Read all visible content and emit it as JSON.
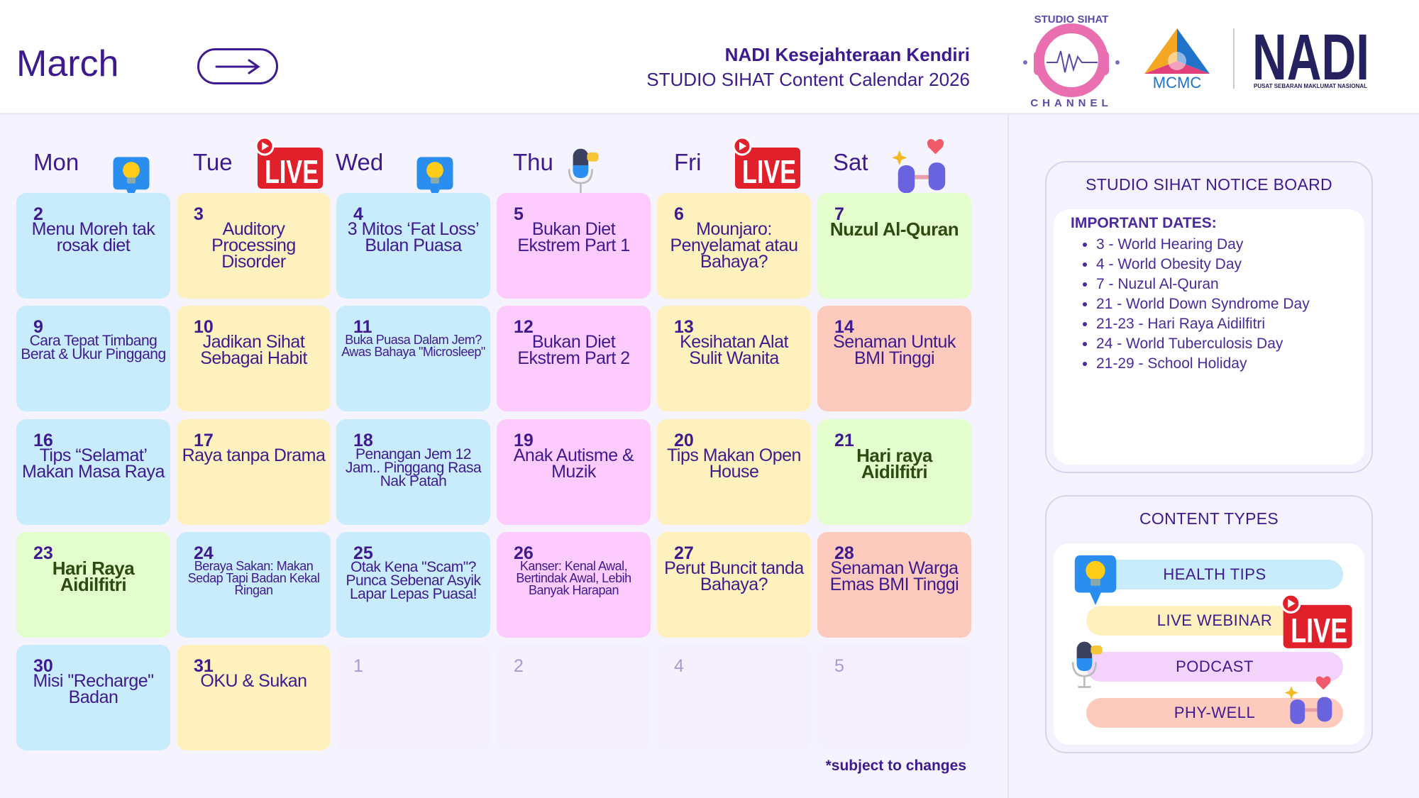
{
  "header": {
    "month": "March",
    "title_line1": "NADI Kesejahteraan Kendiri",
    "title_line2": "STUDIO SIHAT Content Calendar 2026",
    "logos": {
      "studio_sihat": "STUDIO SIHAT CHANNEL",
      "mcmc": "MCMC",
      "nadi": "NADI",
      "nadi_sub": "PUSAT SEBARAN MAKLUMAT NASIONAL"
    }
  },
  "colors": {
    "blue": "#c9ecfd",
    "yellow": "#fff1bd",
    "pink": "#fdcbfd",
    "green": "#e4fdcd",
    "salmon": "#fdcbbd",
    "empty": "#f4f0fd",
    "text": "#3d1a8e"
  },
  "days": [
    {
      "label": "Mon",
      "icon": "bulb"
    },
    {
      "label": "Tue",
      "icon": "live"
    },
    {
      "label": "Wed",
      "icon": "bulb"
    },
    {
      "label": "Thu",
      "icon": "mic"
    },
    {
      "label": "Fri",
      "icon": "live"
    },
    {
      "label": "Sat",
      "icon": "dumbbell"
    }
  ],
  "weeks": [
    [
      {
        "day": "2",
        "title": "Menu Moreh tak rosak diet",
        "color": "blue"
      },
      {
        "day": "3",
        "title": "Auditory Processing Disorder",
        "color": "yellow"
      },
      {
        "day": "4",
        "title": "3 Mitos ‘Fat Loss’ Bulan Puasa",
        "color": "blue"
      },
      {
        "day": "5",
        "title": "Bukan Diet Ekstrem Part 1",
        "color": "pink"
      },
      {
        "day": "6",
        "title": "Mounjaro: Penyelamat atau Bahaya?",
        "color": "yellow"
      },
      {
        "day": "7",
        "title": "Nuzul Al-Quran",
        "color": "green",
        "style": "bold"
      }
    ],
    [
      {
        "day": "9",
        "title": "Cara Tepat Timbang Berat & Ukur Pinggang",
        "color": "blue",
        "style": "small"
      },
      {
        "day": "10",
        "title": "Jadikan Sihat Sebagai Habit",
        "color": "yellow"
      },
      {
        "day": "11",
        "title": "Buka Puasa Dalam Jem? Awas Bahaya \"Microsleep\"",
        "color": "blue",
        "style": "xsmall"
      },
      {
        "day": "12",
        "title": "Bukan Diet Ekstrem Part 2",
        "color": "pink"
      },
      {
        "day": "13",
        "title": "Kesihatan Alat Sulit Wanita",
        "color": "yellow"
      },
      {
        "day": "14",
        "title": "Senaman Untuk BMI Tinggi",
        "color": "salmon"
      }
    ],
    [
      {
        "day": "16",
        "title": "Tips “Selamat’ Makan Masa Raya",
        "color": "blue"
      },
      {
        "day": "17",
        "title": "Raya tanpa Drama",
        "color": "yellow"
      },
      {
        "day": "18",
        "title": "Penangan Jem 12 Jam.. Pinggang Rasa Nak Patah",
        "color": "blue",
        "style": "small"
      },
      {
        "day": "19",
        "title": "Anak Autisme & Muzik",
        "color": "pink"
      },
      {
        "day": "20",
        "title": "Tips Makan Open House",
        "color": "yellow"
      },
      {
        "day": "21",
        "title": "Hari raya Aidilfitri",
        "color": "green",
        "style": "bold"
      }
    ],
    [
      {
        "day": "23",
        "title": "Hari Raya Aidilfitri",
        "color": "green",
        "style": "bold"
      },
      {
        "day": "24",
        "title": "Beraya Sakan: Makan Sedap Tapi Badan Kekal Ringan",
        "color": "blue",
        "style": "xsmall"
      },
      {
        "day": "25",
        "title": "Otak Kena \"Scam\"? Punca Sebenar Asyik Lapar Lepas Puasa!",
        "color": "blue",
        "style": "small"
      },
      {
        "day": "26",
        "title": "Kanser: Kenal Awal, Bertindak Awal, Lebih Banyak Harapan",
        "color": "pink",
        "style": "xsmall"
      },
      {
        "day": "27",
        "title": "Perut Buncit tanda Bahaya?",
        "color": "yellow"
      },
      {
        "day": "28",
        "title": "Senaman Warga Emas BMI Tinggi",
        "color": "salmon"
      }
    ],
    [
      {
        "day": "30",
        "title": "Misi \"Recharge\" Badan",
        "color": "blue"
      },
      {
        "day": "31",
        "title": "OKU & Sukan",
        "color": "yellow"
      },
      {
        "day": "1",
        "title": "",
        "color": "empty"
      },
      {
        "day": "2",
        "title": "",
        "color": "empty"
      },
      {
        "day": "4",
        "title": "",
        "color": "empty"
      },
      {
        "day": "5",
        "title": "",
        "color": "empty"
      }
    ]
  ],
  "note": "*subject to changes",
  "notice_board": {
    "title": "STUDIO SIHAT NOTICE BOARD",
    "subtitle": "IMPORTANT DATES:",
    "items": [
      "3 - World Hearing Day",
      "4 - World Obesity Day",
      "7 - Nuzul Al-Quran",
      "21 - World Down Syndrome Day",
      "21-23 - Hari Raya Aidilfitri",
      "24 - World Tuberculosis Day",
      "21-29 - School Holiday"
    ]
  },
  "content_types": {
    "title": "CONTENT TYPES",
    "items": [
      {
        "label": "HEALTH TIPS",
        "color": "#c9ecfd",
        "icon": "bulb"
      },
      {
        "label": "LIVE WEBINAR",
        "color": "#fff1bd",
        "icon": "live"
      },
      {
        "label": "PODCAST",
        "color": "#f3d3fb",
        "icon": "mic"
      },
      {
        "label": "PHY-WELL",
        "color": "#fdcbbd",
        "icon": "dumbbell"
      }
    ]
  }
}
